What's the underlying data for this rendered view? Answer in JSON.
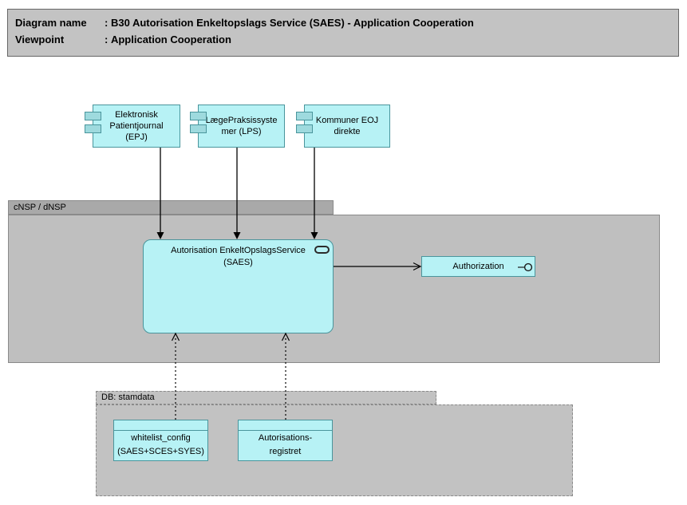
{
  "title_block": {
    "separator": ":",
    "rows": [
      {
        "label": "Diagram name",
        "value": "B30 Autorisation Enkeltopslags Service (SAES) - Application Cooperation"
      },
      {
        "label": "Viewpoint",
        "value": "Application Cooperation"
      }
    ]
  },
  "groups": {
    "nsp": {
      "label": "cNSP / dNSP"
    },
    "db": {
      "label": "DB: stamdata"
    }
  },
  "components": [
    {
      "label": "Elektronisk\nPatientjournal\n(EPJ)"
    },
    {
      "label": "LægePraksissyste\nmer (LPS)"
    },
    {
      "label": "Kommuner EOJ\ndirekte"
    }
  ],
  "service": {
    "label": "Autorisation EnkeltOpslagsService\n(SAES)"
  },
  "interface": {
    "label": "Authorization"
  },
  "data_objects": [
    {
      "label": "whitelist_config\n(SAES+SCES+SYES)"
    },
    {
      "label": "Autorisations-\nregistret"
    }
  ],
  "icons": {
    "component_ports": "component-ports-icon",
    "application_service": "service-oval-icon",
    "application_interface": "lollipop-icon"
  },
  "connectors": [
    {
      "from": "Elektronisk Patientjournal (EPJ)",
      "to": "Autorisation EnkeltOpslagsService (SAES)",
      "style": "solid-filled-arrow"
    },
    {
      "from": "LægePraksissystemer (LPS)",
      "to": "Autorisation EnkeltOpslagsService (SAES)",
      "style": "solid-filled-arrow"
    },
    {
      "from": "Kommuner EOJ direkte",
      "to": "Autorisation EnkeltOpslagsService (SAES)",
      "style": "solid-filled-arrow"
    },
    {
      "from": "Autorisation EnkeltOpslagsService (SAES)",
      "to": "Authorization",
      "style": "solid-open-arrow"
    },
    {
      "from": "whitelist_config (SAES+SCES+SYES)",
      "to": "Autorisation EnkeltOpslagsService (SAES)",
      "style": "dotted-open-arrow"
    },
    {
      "from": "Autorisationsregistret",
      "to": "Autorisation EnkeltOpslagsService (SAES)",
      "style": "dotted-open-arrow"
    }
  ],
  "colors": {
    "canvas_background": "#FFFFFF",
    "element_fill": "#B7F2F5",
    "element_border": "#4A959C",
    "component_port_fill": "#9EDADE",
    "group_header_fill": "#A9A9A9",
    "group_body_fill": "#BFBFBF",
    "group_border": "#8A8A8A",
    "db_group_fill": "#C2C2C2",
    "title_block_fill": "#C3C3C3",
    "title_block_border": "#666666",
    "connector_color": "#000000"
  }
}
